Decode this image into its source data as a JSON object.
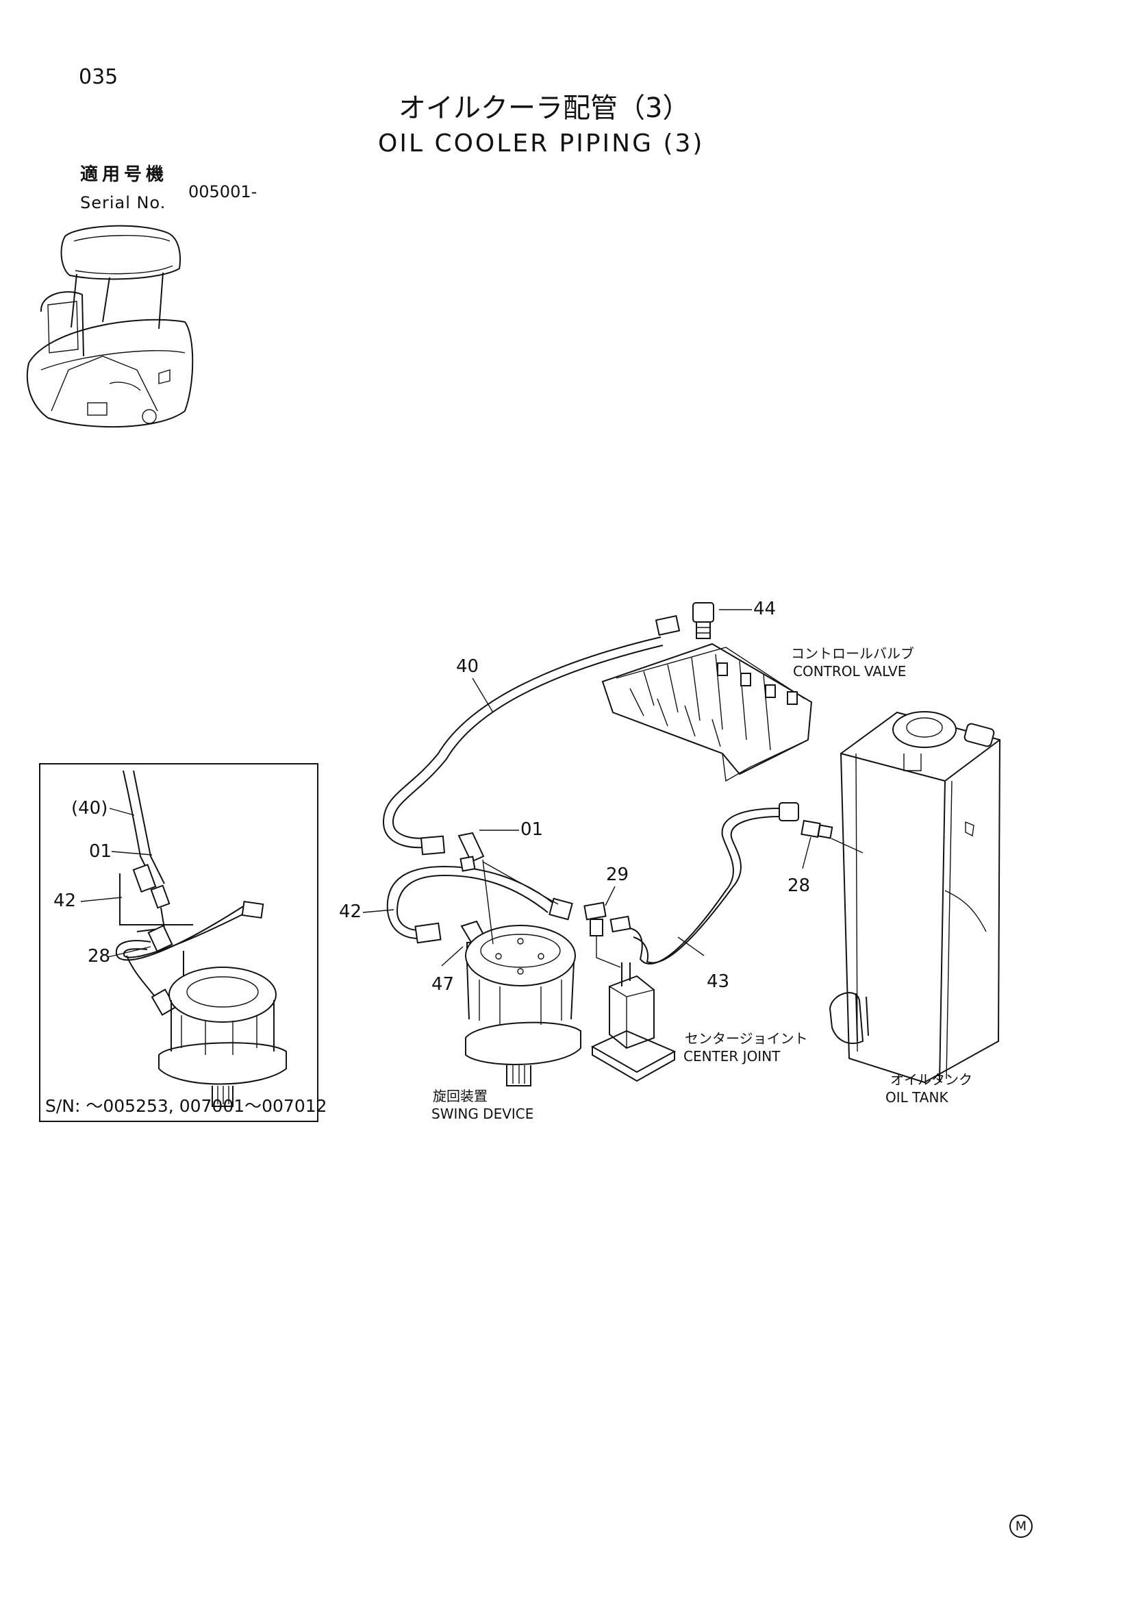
{
  "header": {
    "page_number": "035",
    "title_jp": "オイルクーラ配管（3）",
    "title_en": "OIL COOLER PIPING (3)",
    "serial_label_jp": "適用号機",
    "serial_label_en": "Serial No.",
    "serial_value": "005001-"
  },
  "callouts": {
    "c44": "44",
    "c40": "40",
    "c01": "01",
    "c29": "29",
    "c28": "28",
    "c42": "42",
    "c47": "47",
    "c43": "43"
  },
  "components": {
    "control_valve_jp": "コントロールバルブ",
    "control_valve_en": "CONTROL VALVE",
    "center_joint_jp": "センタージョイント",
    "center_joint_en": "CENTER JOINT",
    "oil_tank_jp": "オイルタンク",
    "oil_tank_en": "OIL TANK",
    "swing_device_jp": "旋回装置",
    "swing_device_en": "SWING DEVICE"
  },
  "inset": {
    "c40": "(40)",
    "c01": "01",
    "c42": "42",
    "c28": "28",
    "serial_note": "S/N: ～005253, 007001～007012"
  },
  "footer": {
    "mark": "M"
  }
}
